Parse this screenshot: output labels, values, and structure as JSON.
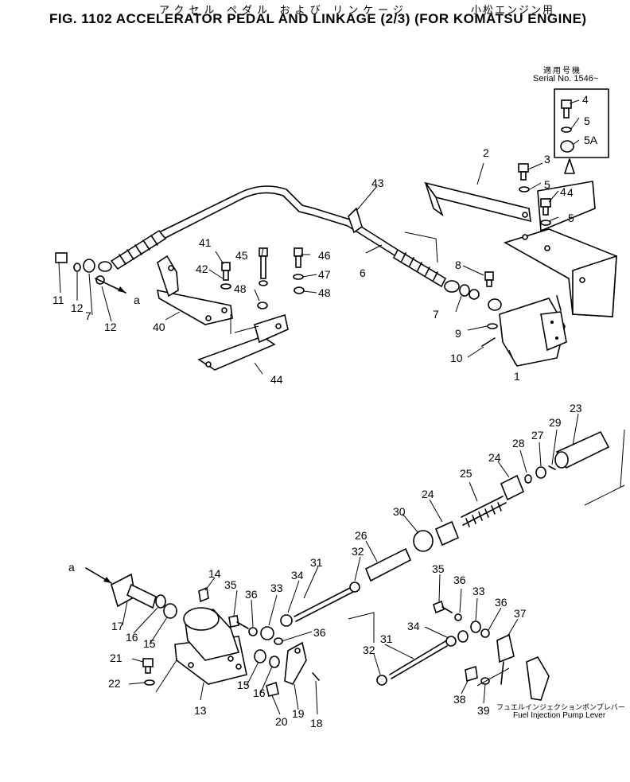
{
  "header": {
    "title_jp": "アクセル ペダル および リンケージ",
    "title_jp_right": "小松エンジン用",
    "title": "FIG. 1102  ACCELERATOR PEDAL AND LINKAGE (2/3) (FOR KOMATSU ENGINE)"
  },
  "serial_box": {
    "label_jp": "適用号機",
    "label": "Serial No. 1546~"
  },
  "pump_lever": {
    "label_jp": "フュエルインジェクションポンプレバー",
    "label": "Fuel Injection Pump Lever"
  },
  "callouts_top": [
    "1",
    "2",
    "3",
    "4",
    "5",
    "4",
    "5",
    "5A",
    "4",
    "5",
    "6",
    "7",
    "7",
    "8",
    "9",
    "10",
    "11",
    "12",
    "12",
    "a",
    "40",
    "41",
    "42",
    "43",
    "44",
    "45",
    "46",
    "47",
    "48",
    "48"
  ],
  "callouts_bottom": [
    "a",
    "13",
    "14",
    "15",
    "15",
    "16",
    "16",
    "17",
    "18",
    "19",
    "20",
    "21",
    "22",
    "23",
    "24",
    "24",
    "25",
    "26",
    "27",
    "28",
    "29",
    "30",
    "31",
    "31",
    "32",
    "32",
    "33",
    "33",
    "34",
    "34",
    "35",
    "35",
    "36",
    "36",
    "36",
    "36",
    "37",
    "38",
    "39"
  ]
}
